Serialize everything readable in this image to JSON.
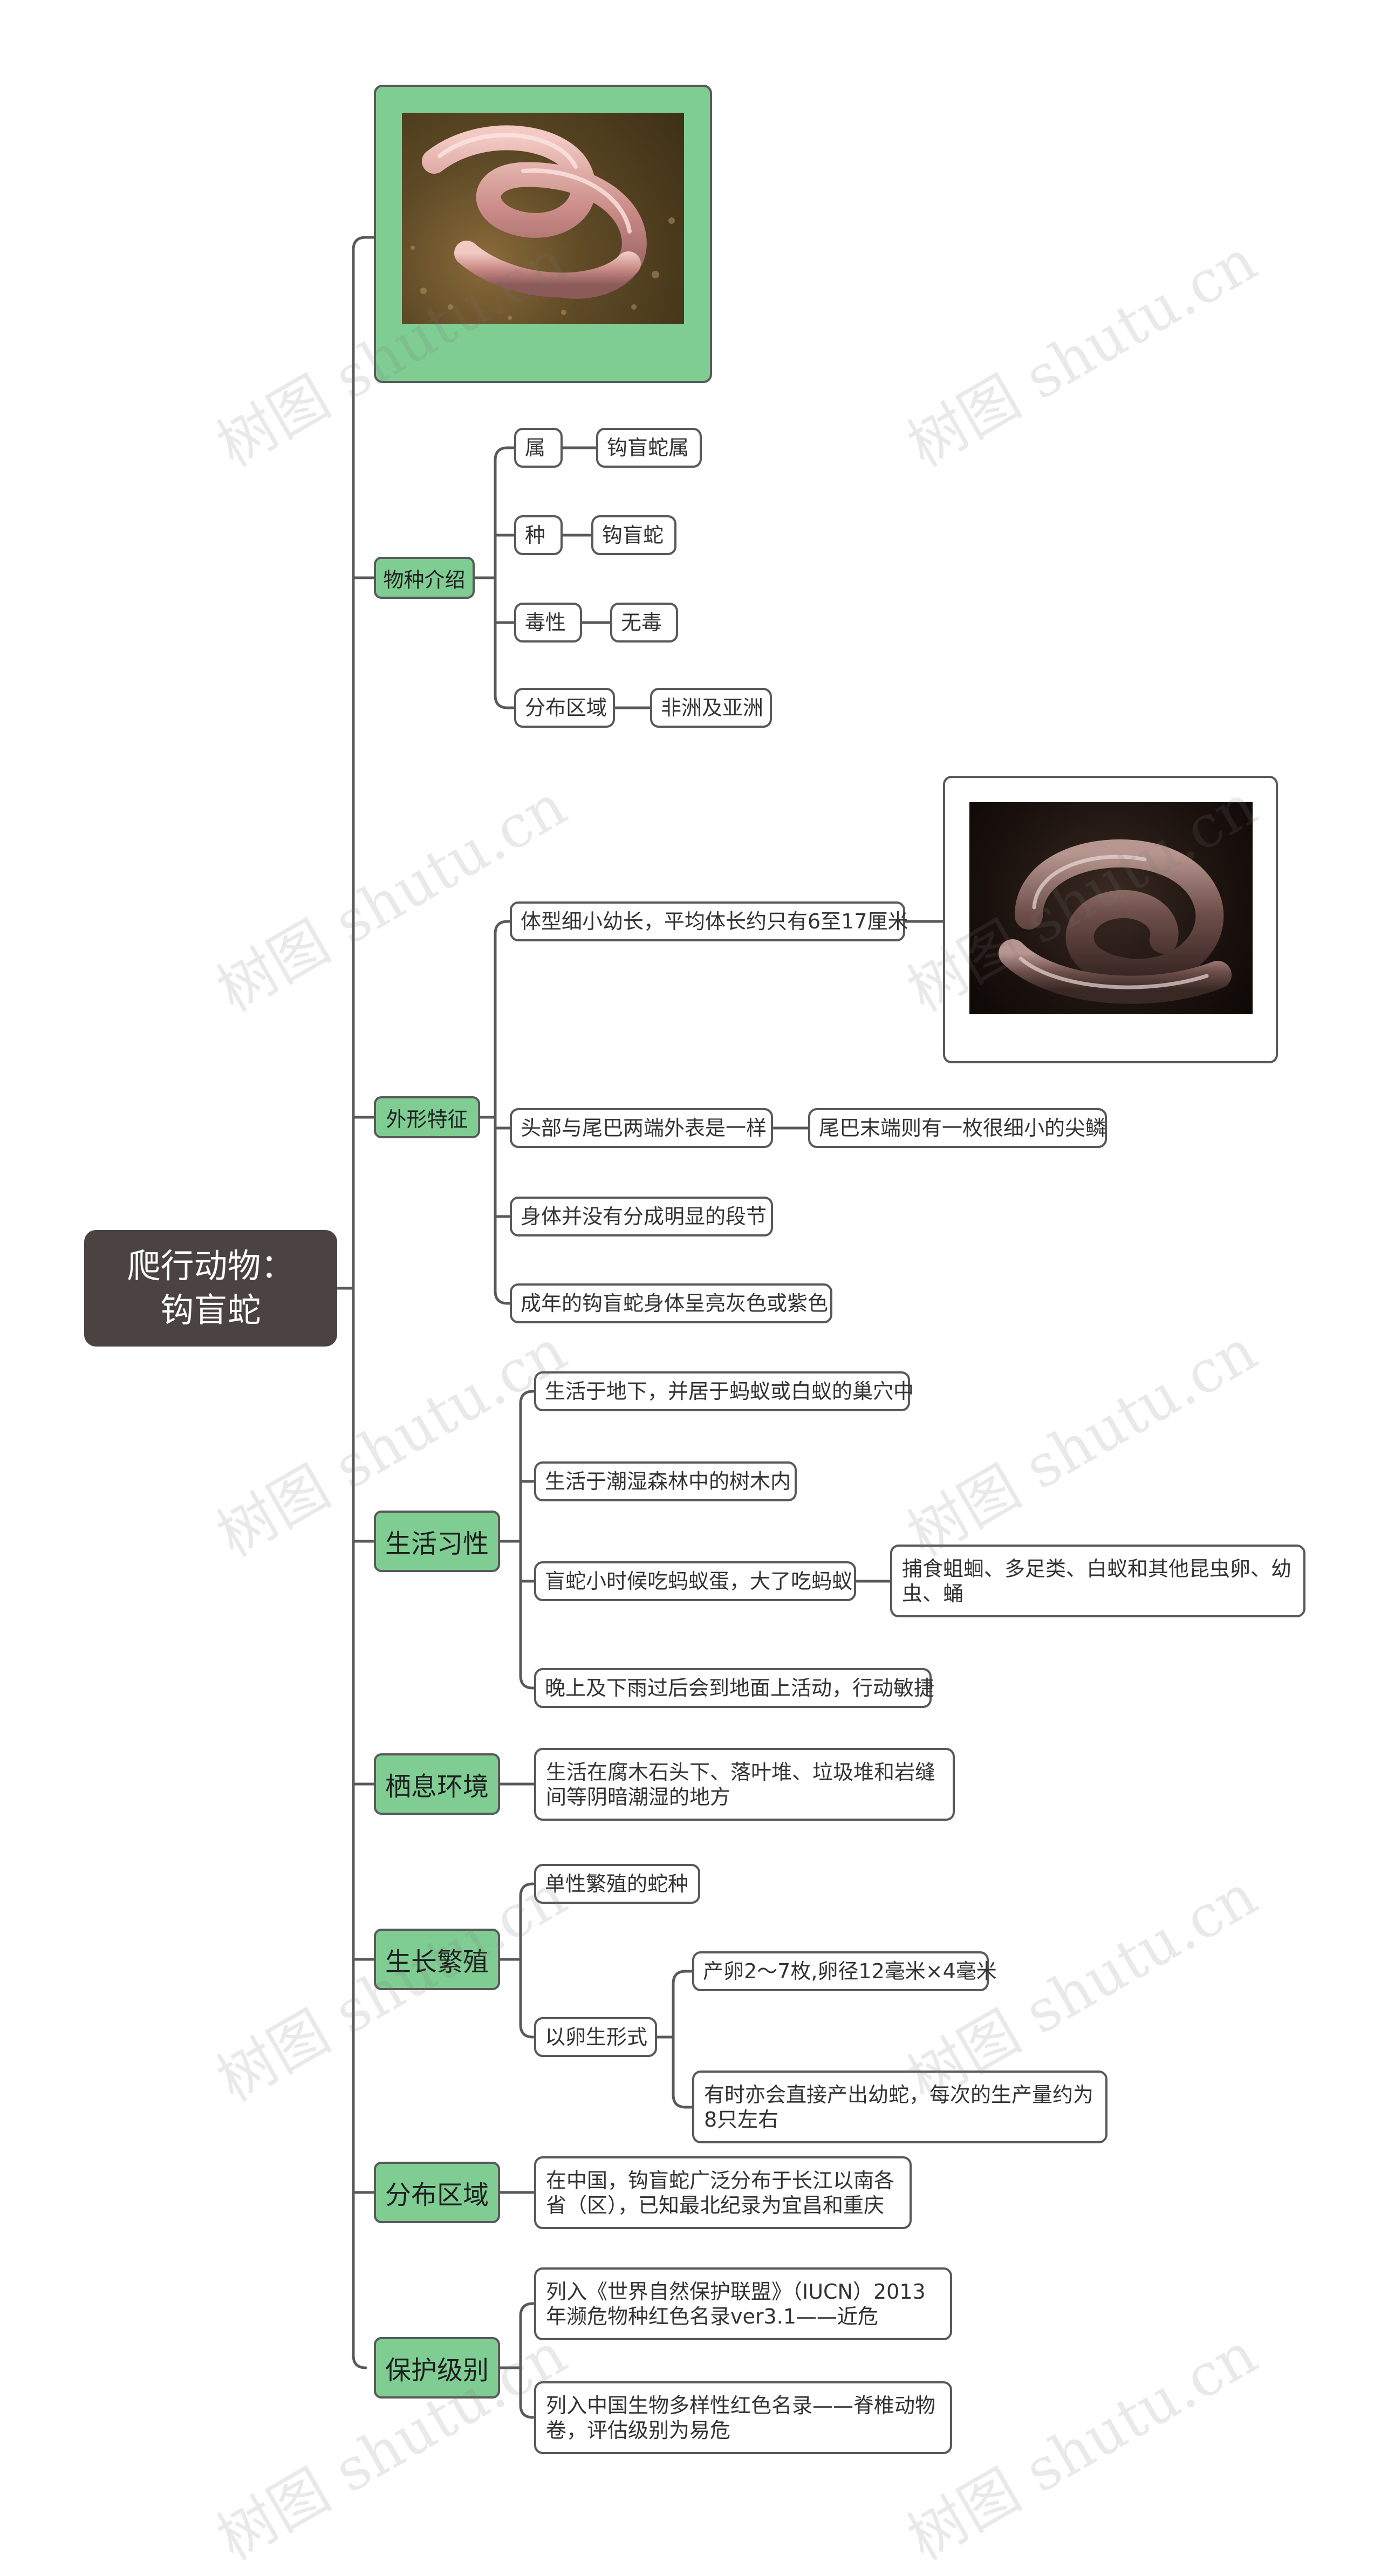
{
  "root": {
    "line1": "爬行动物：",
    "line2": "钩盲蛇"
  },
  "categories": {
    "species": "物种介绍",
    "appearance": "外形特征",
    "habits": "生活习性",
    "habitat": "栖息环境",
    "reproduction": "生长繁殖",
    "distribution": "分布区域",
    "protection": "保护级别"
  },
  "species": {
    "genus_label": "属",
    "genus_value": "钩盲蛇属",
    "kind_label": "种",
    "kind_value": "钩盲蛇",
    "venom_label": "毒性",
    "venom_value": "无毒",
    "region_label": "分布区域",
    "region_value": "非洲及亚洲"
  },
  "appearance": {
    "size": "体型细小幼长，平均体长约只有6至17厘米",
    "head_tail": "头部与尾巴两端外表是一样",
    "tail_tip": "尾巴末端则有一枚很细小的尖鳞",
    "segments": "身体并没有分成明显的段节",
    "color": "成年的钩盲蛇身体呈亮灰色或紫色"
  },
  "habits": {
    "underground": "生活于地下，并居于蚂蚁或白蚁的巢穴中",
    "forest": "生活于潮湿森林中的树木内",
    "diet": "盲蛇小时候吃蚂蚁蛋，大了吃蚂蚁",
    "diet_detail": "捕食蛆蛔、多足类、白蚁和其他昆虫卵、幼虫、蛹",
    "activity": "晚上及下雨过后会到地面上活动，行动敏捷"
  },
  "habitat": {
    "text": "生活在腐木石头下、落叶堆、垃圾堆和岩缝间等阴暗潮湿的地方"
  },
  "reproduction": {
    "single": "单性繁殖的蛇种",
    "oviparous": "以卵生形式",
    "eggs": "产卵2～7枚,卵径12毫米×4毫米",
    "live": "有时亦会直接产出幼蛇，每次的生产量约为8只左右"
  },
  "distribution": {
    "text": "在中国，钩盲蛇广泛分布于长江以南各省（区），已知最北纪录为宜昌和重庆"
  },
  "protection": {
    "iucn": "列入《世界自然保护联盟》（IUCN）2013年濒危物种红色名录ver3.1——近危",
    "china": "列入中国生物多样性红色名录——脊椎动物卷，评估级别为易危"
  },
  "watermark": "树图 shutu.cn",
  "colors": {
    "category_fill": "#7fcd93",
    "root_fill": "#4a4341",
    "line": "#595959"
  }
}
